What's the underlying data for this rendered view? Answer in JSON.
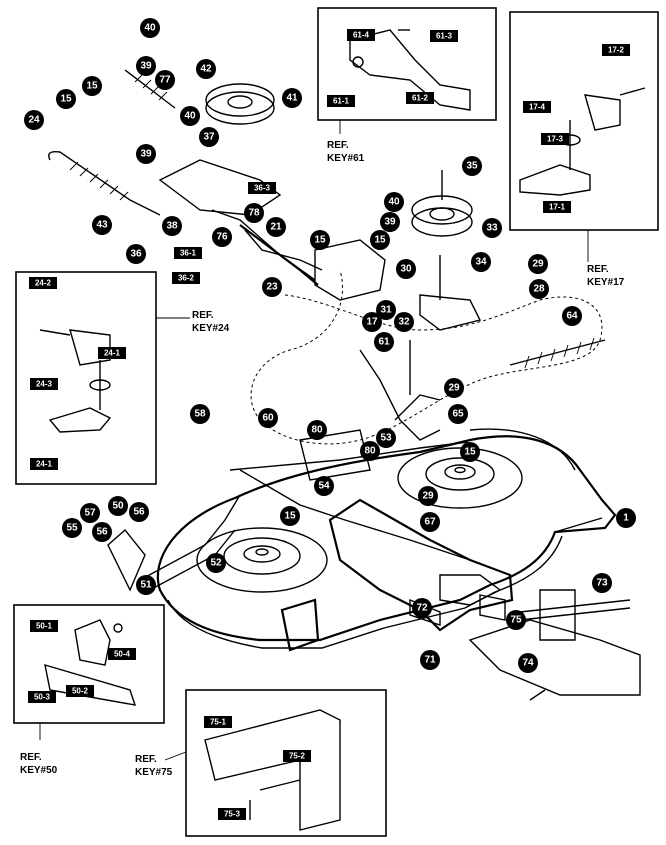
{
  "callouts": [
    {
      "label": "40"
    },
    {
      "label": "39"
    },
    {
      "label": "77"
    },
    {
      "label": "15"
    },
    {
      "label": "15"
    },
    {
      "label": "24"
    },
    {
      "label": "42"
    },
    {
      "label": "41"
    },
    {
      "label": "40"
    },
    {
      "label": "37"
    },
    {
      "label": "39"
    },
    {
      "label": "43"
    },
    {
      "label": "38"
    },
    {
      "label": "78"
    },
    {
      "label": "76"
    },
    {
      "label": "36"
    },
    {
      "label": "21"
    },
    {
      "label": "23"
    },
    {
      "label": "35"
    },
    {
      "label": "40"
    },
    {
      "label": "39"
    },
    {
      "label": "33"
    },
    {
      "label": "15"
    },
    {
      "label": "15"
    },
    {
      "label": "34"
    },
    {
      "label": "30"
    },
    {
      "label": "31"
    },
    {
      "label": "17"
    },
    {
      "label": "32"
    },
    {
      "label": "29"
    },
    {
      "label": "28"
    },
    {
      "label": "64"
    },
    {
      "label": "61"
    },
    {
      "label": "29"
    },
    {
      "label": "65"
    },
    {
      "label": "53"
    },
    {
      "label": "15"
    },
    {
      "label": "80"
    },
    {
      "label": "80"
    },
    {
      "label": "58"
    },
    {
      "label": "60"
    },
    {
      "label": "54"
    },
    {
      "label": "29"
    },
    {
      "label": "67"
    },
    {
      "label": "1"
    },
    {
      "label": "15"
    },
    {
      "label": "50"
    },
    {
      "label": "57"
    },
    {
      "label": "56"
    },
    {
      "label": "55"
    },
    {
      "label": "56"
    },
    {
      "label": "52"
    },
    {
      "label": "51"
    },
    {
      "label": "72"
    },
    {
      "label": "73"
    },
    {
      "label": "75"
    },
    {
      "label": "71"
    },
    {
      "label": "74"
    }
  ],
  "tags": [
    {
      "label": "36-3"
    },
    {
      "label": "36-1"
    },
    {
      "label": "36-2"
    },
    {
      "label": "61-4"
    },
    {
      "label": "61-3"
    },
    {
      "label": "61-1"
    },
    {
      "label": "61-2"
    },
    {
      "label": "17-2"
    },
    {
      "label": "17-4"
    },
    {
      "label": "17-3"
    },
    {
      "label": "17-1"
    },
    {
      "label": "24-2"
    },
    {
      "label": "24-1"
    },
    {
      "label": "24-3"
    },
    {
      "label": "24-1"
    },
    {
      "label": "50-1"
    },
    {
      "label": "50-4"
    },
    {
      "label": "50-3"
    },
    {
      "label": "50-2"
    },
    {
      "label": "75-1"
    },
    {
      "label": "75-2"
    },
    {
      "label": "75-3"
    }
  ],
  "refs": [
    {
      "line1": "REF.",
      "line2": "KEY#61"
    },
    {
      "line1": "REF.",
      "line2": "KEY#17"
    },
    {
      "line1": "REF.",
      "line2": "KEY#24"
    },
    {
      "line1": "REF.",
      "line2": "KEY#50"
    },
    {
      "line1": "REF.",
      "line2": "KEY#75"
    }
  ]
}
